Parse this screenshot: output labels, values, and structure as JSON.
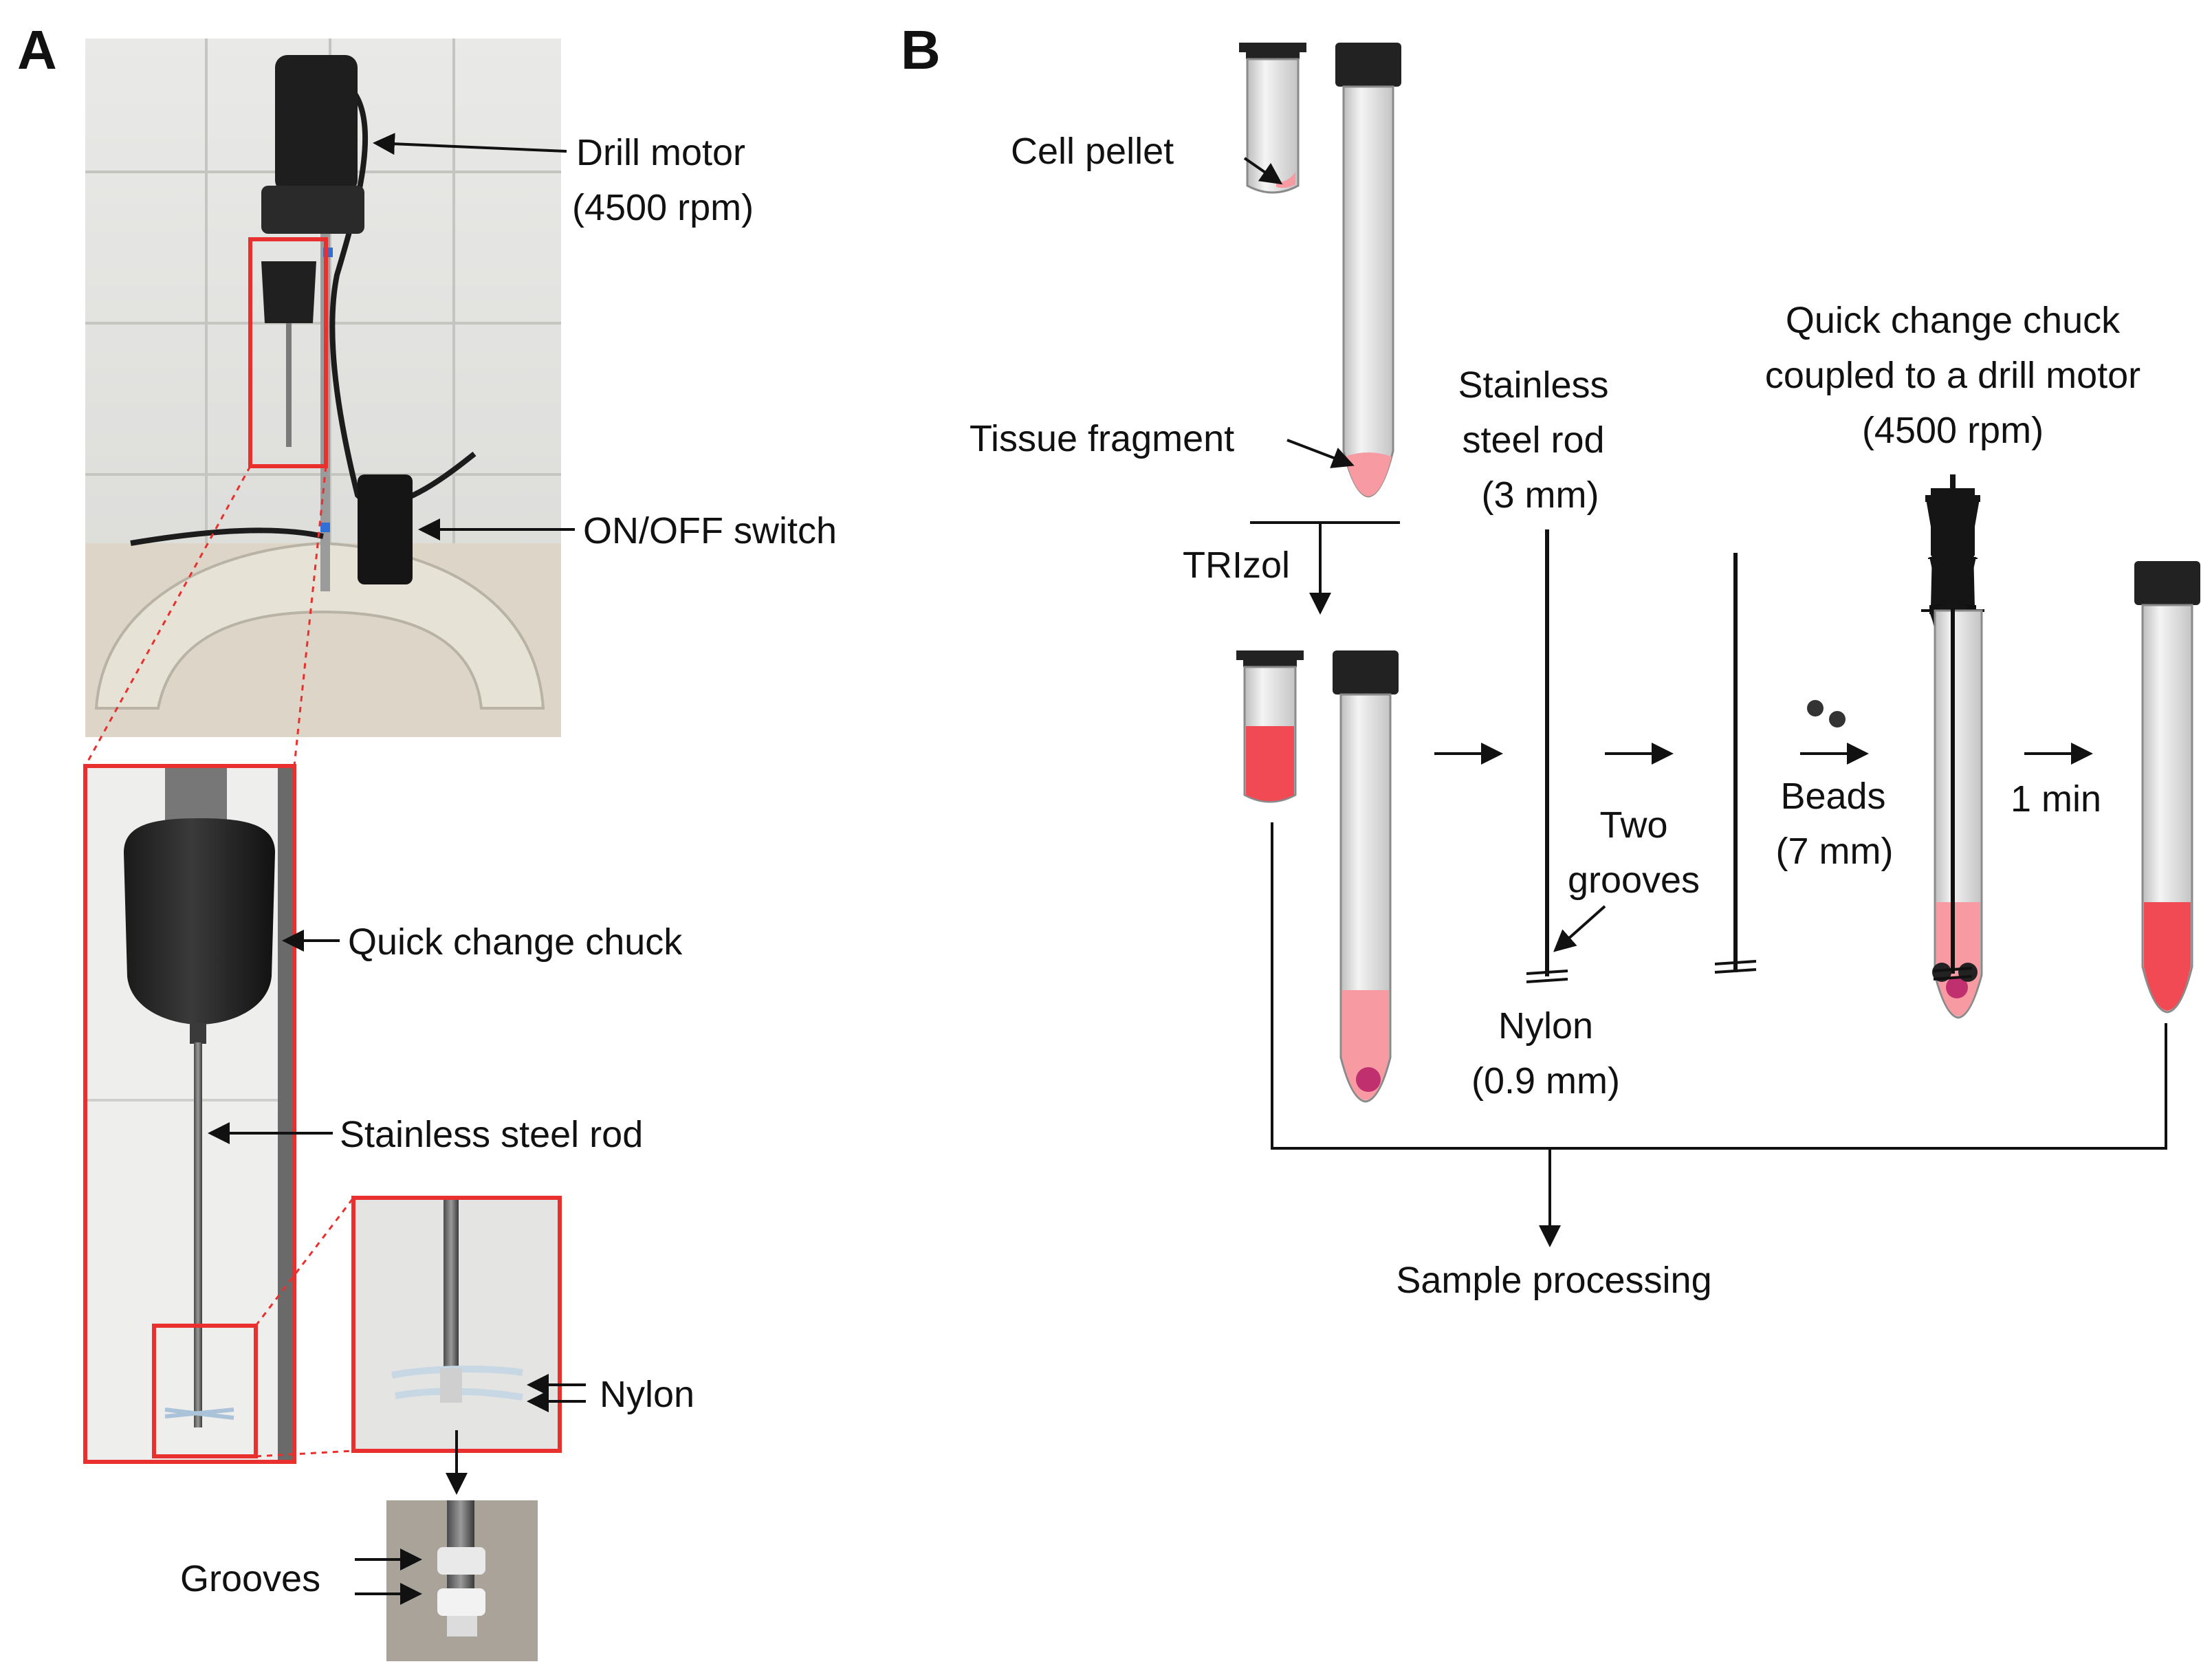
{
  "panels": {
    "a": "A",
    "b": "B"
  },
  "panel_a": {
    "drill_motor": [
      "Drill motor",
      "(4500 rpm)"
    ],
    "on_off_switch": "ON/OFF switch",
    "quick_change_chuck": "Quick change chuck",
    "stainless_steel_rod": "Stainless steel rod",
    "nylon": "Nylon",
    "grooves": "Grooves"
  },
  "panel_b": {
    "cell_pellet": "Cell pellet",
    "tissue_fragment": "Tissue fragment",
    "trizol": "TRIzol",
    "rod": [
      "Stainless",
      "steel rod",
      "(3 mm)"
    ],
    "two_grooves": [
      "Two",
      "grooves"
    ],
    "nylon": [
      "Nylon",
      "(0.9 mm)"
    ],
    "chuck": [
      "Quick change chuck",
      "coupled to a drill motor",
      "(4500 rpm)"
    ],
    "beads": [
      "Beads",
      "(7 mm)"
    ],
    "time": "1 min",
    "sample_processing": "Sample processing"
  },
  "colors": {
    "red_box": "#e8302e",
    "trizol_red": "#f24a55",
    "trizol_pink": "#f79aa2",
    "tissue_purple": "#c0306e",
    "tube_cap": "#222222",
    "tube_grey": "#d2d2d2"
  }
}
